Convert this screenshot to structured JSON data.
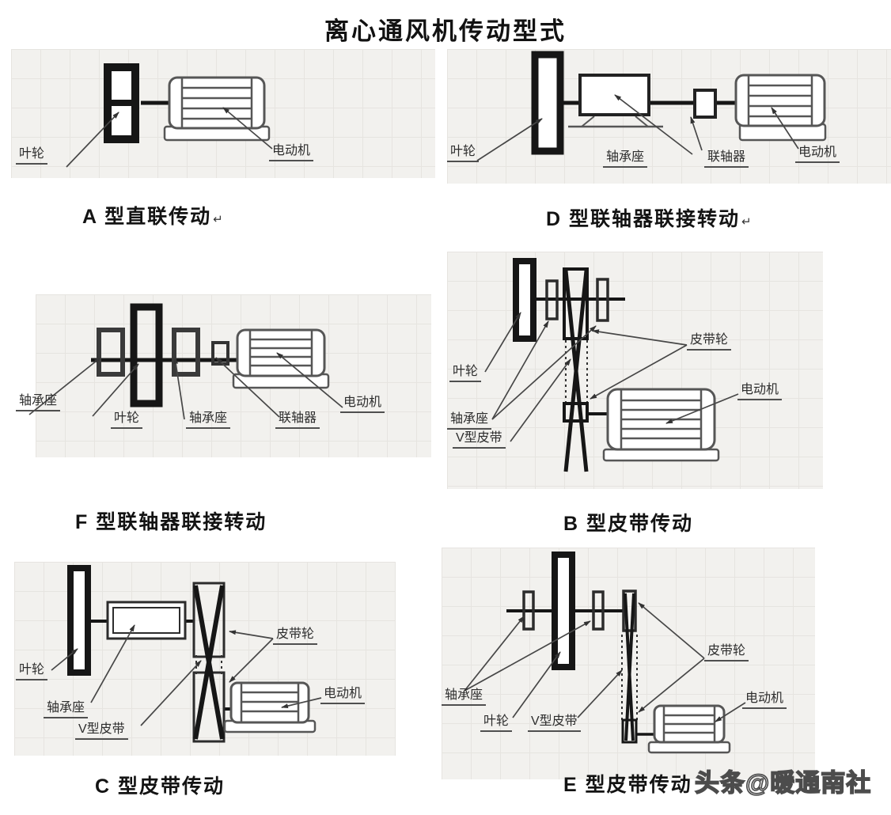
{
  "title": "离心通风机传动型式",
  "watermark": "头条@暖通南社",
  "marks": {
    "return": "↵"
  },
  "panels": {
    "a": {
      "caption": "A 型直联传动",
      "labels": {
        "impeller": "叶轮",
        "motor": "电动机"
      }
    },
    "d": {
      "caption": "D 型联轴器联接转动",
      "labels": {
        "impeller": "叶轮",
        "bearing": "轴承座",
        "coupling": "联轴器",
        "motor": "电动机"
      }
    },
    "f": {
      "caption": "F 型联轴器联接转动",
      "labels": {
        "bearing_left": "轴承座",
        "impeller": "叶轮",
        "bearing_right": "轴承座",
        "coupling": "联轴器",
        "motor": "电动机"
      }
    },
    "b": {
      "caption": "B 型皮带传动",
      "labels": {
        "impeller": "叶轮",
        "bearing": "轴承座",
        "v_belt": "V型皮带",
        "pulley": "皮带轮",
        "motor": "电动机"
      }
    },
    "c": {
      "caption": "C 型皮带传动",
      "labels": {
        "impeller": "叶轮",
        "bearing": "轴承座",
        "v_belt": "V型皮带",
        "pulley": "皮带轮",
        "motor": "电动机"
      }
    },
    "e": {
      "caption": "E 型皮带传动",
      "labels": {
        "bearing": "轴承座",
        "impeller": "叶轮",
        "v_belt": "V型皮带",
        "pulley": "皮带轮",
        "motor": "电动机"
      }
    }
  },
  "colors": {
    "ink": "#161616",
    "machine_line": "#565656",
    "label_text": "#2d2d2d",
    "panel_bg": "#f2f1ee",
    "grid_line": "#e6e4e0",
    "page_bg": "#ffffff"
  }
}
